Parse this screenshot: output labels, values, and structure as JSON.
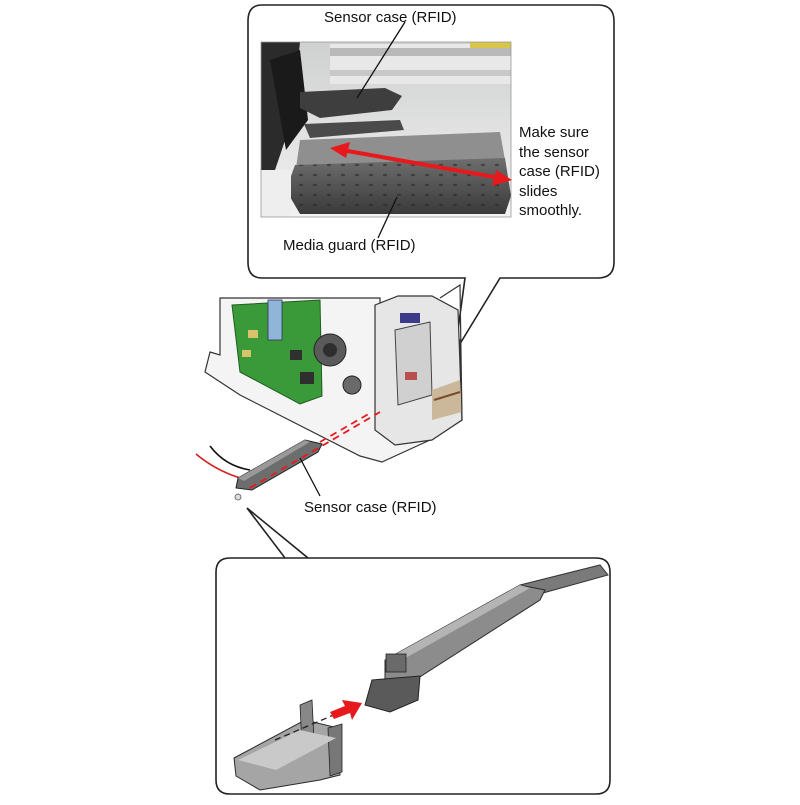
{
  "callout_top": {
    "sensor_case_label": "Sensor case (RFID)",
    "media_guard_label": "Media guard (RFID)",
    "instruction": "Make sure the sensor case (RFID) slides smoothly."
  },
  "main_view": {
    "sensor_case_label": "Sensor case (RFID)"
  },
  "colors": {
    "arrow_red": "#e8191c",
    "pcb_green": "#3a9a3a",
    "metal_gray": "#8a8a8a",
    "dark_part": "#555555"
  },
  "icons": [
    "double-headed-arrow-icon",
    "insert-arrow-icon"
  ]
}
